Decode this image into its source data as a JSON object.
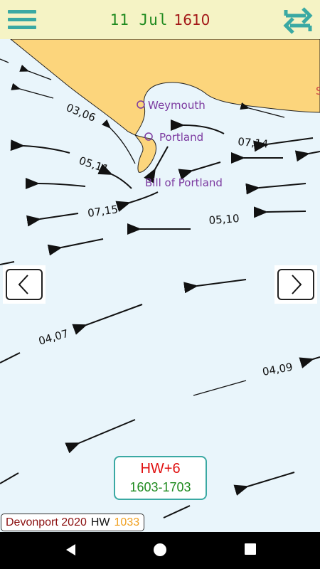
{
  "header": {
    "date": "11 Jul",
    "time": "1610",
    "menu_icon": "hamburger-menu-icon",
    "swap_icon": "swap-arrows-icon",
    "accent_color": "#3aa9a3"
  },
  "map": {
    "land_color": "#fcd57c",
    "sea_color": "#e9f5fb",
    "place_color": "#7c3aa0",
    "places": [
      {
        "name": "Weymouth"
      },
      {
        "name": "Portland"
      },
      {
        "name": "Bill of Portland"
      }
    ],
    "edge_partial_text": "S",
    "rate_labels": [
      "03,06",
      "05,11",
      "07,15",
      "05,10",
      "07,14",
      "04,07",
      "04,09"
    ]
  },
  "nav": {
    "prev_icon": "chevron-left-icon",
    "next_icon": "chevron-right-icon"
  },
  "tide_box": {
    "offset": "HW+6",
    "range": "1603-1703"
  },
  "port_bar": {
    "port": "Devonport 2020",
    "hw_label": "HW",
    "hw_time": "1033"
  },
  "system_nav": {
    "back_icon": "back-triangle-icon",
    "home_icon": "home-circle-icon",
    "recents_icon": "recents-square-icon"
  }
}
